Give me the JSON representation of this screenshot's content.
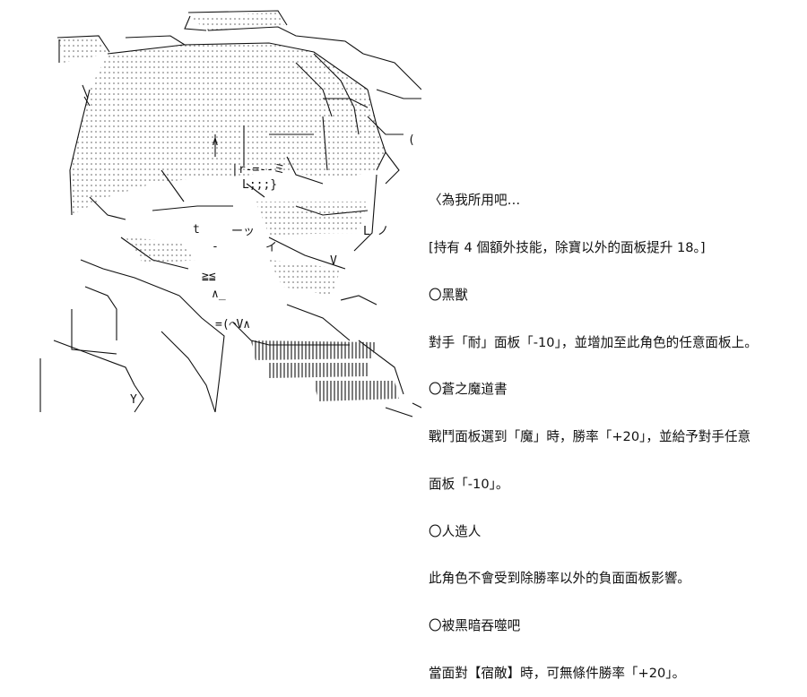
{
  "text_panel": {
    "lines": [
      "〈為我所用吧…",
      "[持有 4 個額外技能，除寶以外的面板提升 18。]",
      "〇黑獸",
      "對手「耐」面板「-10」，並增加至此角色的任意面板上。",
      "〇蒼之魔道書",
      "戰鬥面板選到「魔」時，勝率「+20」，並給予對手任意",
      "面板「-10」。",
      "〇人造人",
      "此角色不會受到除勝率以外的負面面板影響。",
      "〇被黑暗吞噬吧",
      "當面對【宿敵】時，可無條件勝率「+20」。"
    ]
  },
  "art": {
    "glyphs": {
      "brow_left": "∧",
      "bar_glyph": "|r-=--ミ",
      "mark_l": "L;;;}",
      "eye_left": "t",
      "eye_right": "ーッ",
      "nose": "-",
      "mouth": "≧≦",
      "chin_mark": "∧_",
      "lower_mark": "=(⌒V∧",
      "side_mark": "イ",
      "corner_mark": "(",
      "right_v": "V",
      "neck_l": "L ノ",
      "small_v": "Y"
    }
  }
}
